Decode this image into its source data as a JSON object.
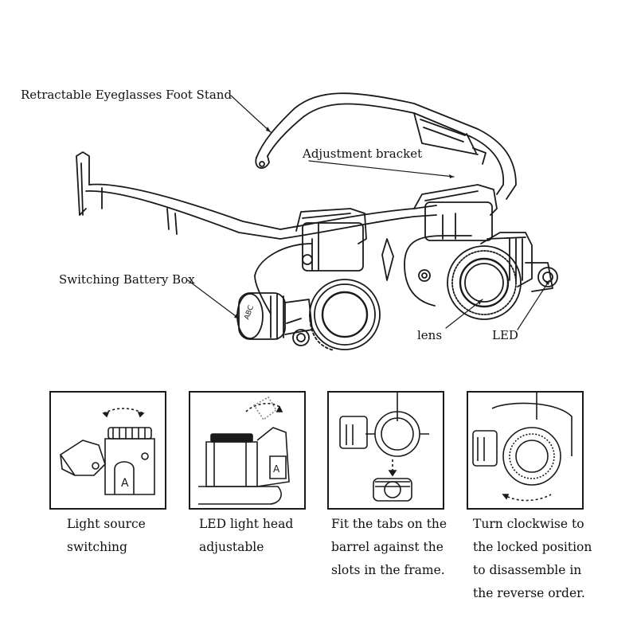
{
  "callouts": {
    "foot_stand": "Retractable Eyeglasses Foot Stand",
    "adjustment_bracket": "Adjustment bracket",
    "battery_box": "Switching Battery Box",
    "lens": "lens",
    "led": "LED"
  },
  "panels": [
    {
      "caption": "Light source\nswitching"
    },
    {
      "caption": "LED light head\nadjustable"
    },
    {
      "caption": "Fit the tabs on the\nbarrel against the\nslots in the frame."
    },
    {
      "caption": "Turn clockwise to\nthe locked position\nto disassemble in\nthe reverse order."
    }
  ]
}
